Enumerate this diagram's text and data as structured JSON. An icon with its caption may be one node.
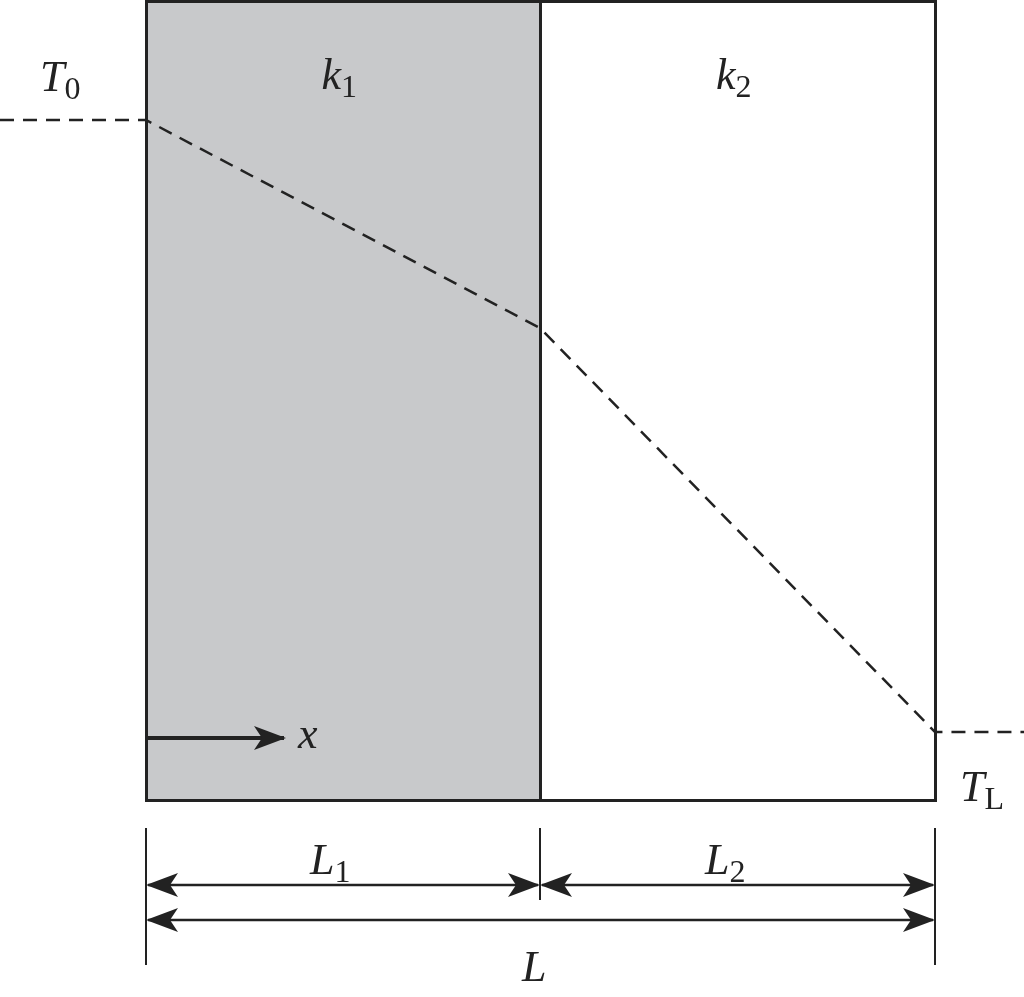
{
  "diagram": {
    "nodes": [
      {
        "text": [
          "*k*$_{1}$"
        ]
      },
      {
        "text": [
          "*k*$_{2}$"
        ]
      }
    ],
    "labels": [
      "*T*$_{0}$",
      "x",
      "*T*$_{L}$",
      "*L*$_{1}$",
      "*L*$_{2}$",
      "*L*"
    ]
  }
}
